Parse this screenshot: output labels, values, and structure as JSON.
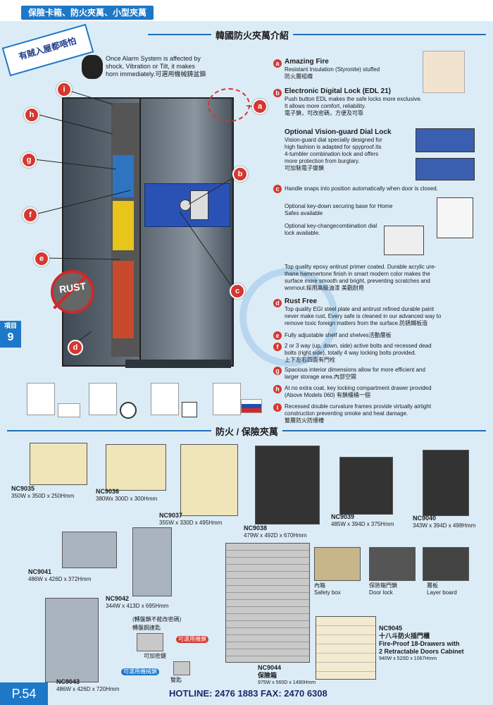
{
  "header": {
    "tag": "保險卡箱、防火夾萬、小型夾萬"
  },
  "section_top": {
    "title": "韓國防火夾萬介紹"
  },
  "banner": {
    "text": "有賊入屋都唔怕"
  },
  "alarm": {
    "line1": "Once Alarm System is affected by",
    "line2": "shock, Vibration or Tilt, it makes",
    "line3": "horn immediately.可選用機械鋳盆鎖"
  },
  "rust_sign": "RUST",
  "side_tab": {
    "label": "項目",
    "number": "9"
  },
  "callouts": {
    "a": "a",
    "b": "b",
    "c": "c",
    "d": "d",
    "e": "e",
    "f": "f",
    "g": "g",
    "h": "h",
    "i": "i"
  },
  "features": {
    "a": {
      "title": "Amazing Fire",
      "l1": "Resistant Insulation (Styronite) stuffed",
      "l2": "防火層組織"
    },
    "b": {
      "title": "Electronic Digital Lock (EDL 21)",
      "l1": "Push button EDL makes the safe locks more exclusive.",
      "l2": "It allows more comfort, reliability.",
      "l3": "電子鎖，可改密碼，方便及可靠"
    },
    "vision": {
      "title": "Optional Vision-guard Dial Lock",
      "l1": "Vision-guard dial specially designed for",
      "l2": "high fashion is adapted for spyproof.Its",
      "l3": "4-tumbler combination lock and offers",
      "l4": "more protection from burglary.",
      "l5": "可加裝電子鑾鎖"
    },
    "c": {
      "l1": "Handle snaps into position automatically when door is closed."
    },
    "keydown": {
      "l1": "Optional key-down securing base for Home",
      "l2": "Safes available"
    },
    "keychange": {
      "l1": "Optional key-changecombination dial",
      "l2": "lock available."
    },
    "epoxy": {
      "l1": "Top quality epoxy antirust primer coated. Durable acrylic ure-",
      "l2": "thane hammertone finish in smart modern color makes the",
      "l3": "surface more smooth and bright, preventing scratches and",
      "l4": "wornout.採用高級油漆 美觀耐用"
    },
    "d": {
      "title": "Rust Free",
      "l1": "Top quality EGI steel plate and antirust refined durable paint",
      "l2": "never make rust, Every safe is cleaned in our advanced way to",
      "l3": "remove toxic foreign matters from the surface.防銹鐵板造"
    },
    "e": {
      "l1": "Fully adjustable shelf and shelves活動層板"
    },
    "f": {
      "l1": "2 or 3 way (up, down, side) active bolts and recessed dead",
      "l2": "bolts (right side), totally 4 way locking bolts provided.",
      "l3": "上下左右四面有門栓"
    },
    "g": {
      "l1": "Spacious interior dimensions allow for more efficient and",
      "l2": "larger storage area.內部空間"
    },
    "h": {
      "l1": "At no extra coat, key locking compartment drawer provided",
      "l2": "(Above Models 060) 有鎖櫃桶一個"
    },
    "i": {
      "l1": "Recessed double curvature frames provide virtually airtight",
      "l2": "construction preventing smoke and heat damage.",
      "l3": "雙層防火防煙槽"
    }
  },
  "section_products": {
    "title": "防火 / 保險夾萬"
  },
  "products": [
    {
      "model": "NC9035",
      "size": "350W x 350D x 250Hmm"
    },
    {
      "model": "NC9036",
      "size": "380Wx 300D x 300Hmm"
    },
    {
      "model": "NC9037",
      "size": "355W x 330D x 495Hmm"
    },
    {
      "model": "NC9038",
      "size": "479W x 492D x 670Hmm"
    },
    {
      "model": "NC9039",
      "size": "485W x 394D x 375Hmm"
    },
    {
      "model": "NC9040",
      "size": "343W x 394D x 498Hmm"
    },
    {
      "model": "NC9041",
      "size": "486W x 426D x 372Hmm"
    },
    {
      "model": "NC9042",
      "size": "344W x 413D x 695Hmm"
    },
    {
      "model": "NC9043",
      "size": "486W x 426D x 720Hmm"
    },
    {
      "model": "NC9044",
      "name": "保險箱",
      "size": "975W x 560D x 1490Hmm"
    },
    {
      "model": "NC9045",
      "name": "十八斗防火插門櫃",
      "l1": "Fire-Proof 18-Drawers with",
      "l2": "2 Retractable Doors Cabinet",
      "size": "940W x 520D x 1067Hmm"
    }
  ],
  "lock_notes": {
    "n1": "(轉盤鎖不能改密碼)",
    "n2": "轉盤鋼連匙",
    "n3": "可選用機鎖",
    "n4": "可加密鍵",
    "n5": "可選用機械鎖",
    "n6": "雙匙"
  },
  "details": [
    {
      "zh": "內箱",
      "en": "Safety box"
    },
    {
      "zh": "保險箱門鎖",
      "en": "Door lock"
    },
    {
      "zh": "層板",
      "en": "Layer board"
    }
  ],
  "footer": {
    "page": "P.54",
    "hotline": "HOTLINE: 2476 1883   FAX: 2470 6308"
  },
  "colors": {
    "accent": "#1e78c8",
    "callout": "#d6372f",
    "page_bg": "#dcecf7"
  }
}
